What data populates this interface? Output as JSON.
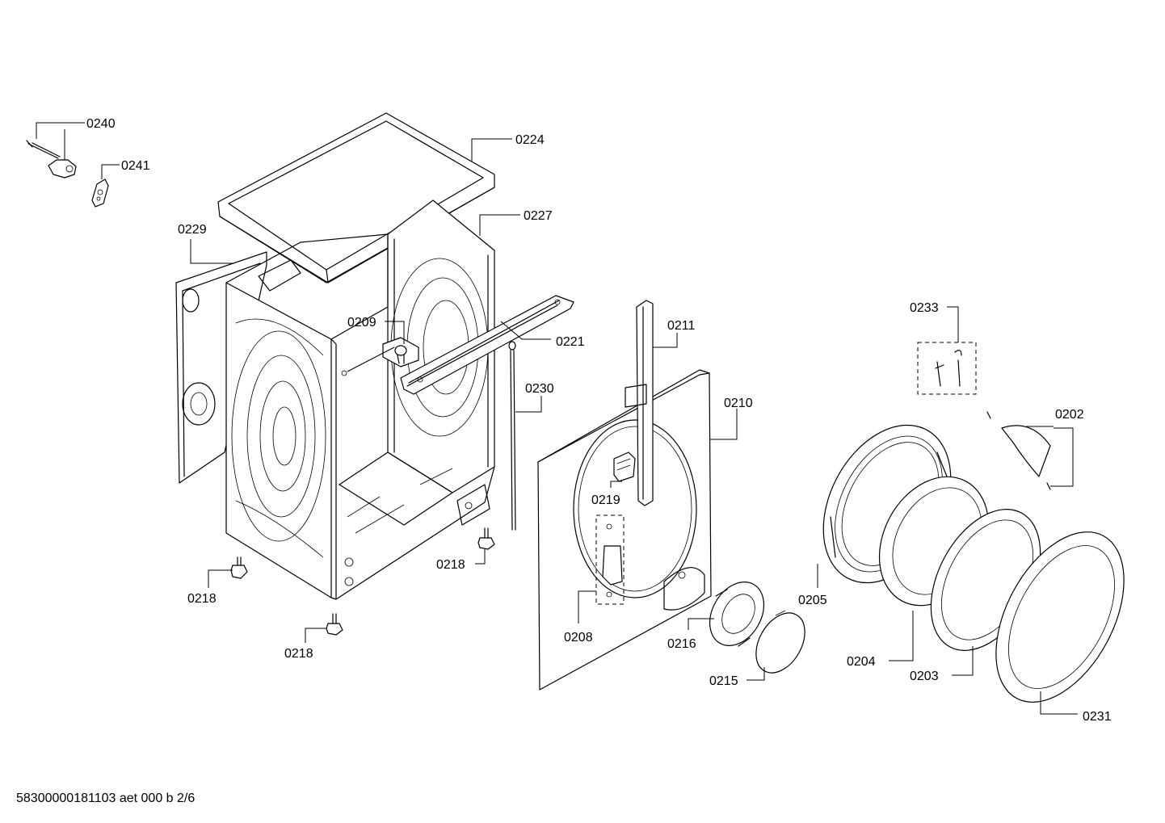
{
  "diagram": {
    "labels": {
      "p0240": "0240",
      "p0241": "0241",
      "p0224": "0224",
      "p0229": "0229",
      "p0227": "0227",
      "p0209": "0209",
      "p0221": "0221",
      "p0230": "0230",
      "p0211": "0211",
      "p0210": "0210",
      "p0233": "0233",
      "p0202": "0202",
      "p0219": "0219",
      "p0205": "0205",
      "p0208": "0208",
      "p0216": "0216",
      "p0215": "0215",
      "p0204": "0204",
      "p0203": "0203",
      "p0231": "0231",
      "p0218a": "0218",
      "p0218b": "0218",
      "p0218c": "0218"
    },
    "footer": "58300000181103 aet 000 b 2/6"
  }
}
